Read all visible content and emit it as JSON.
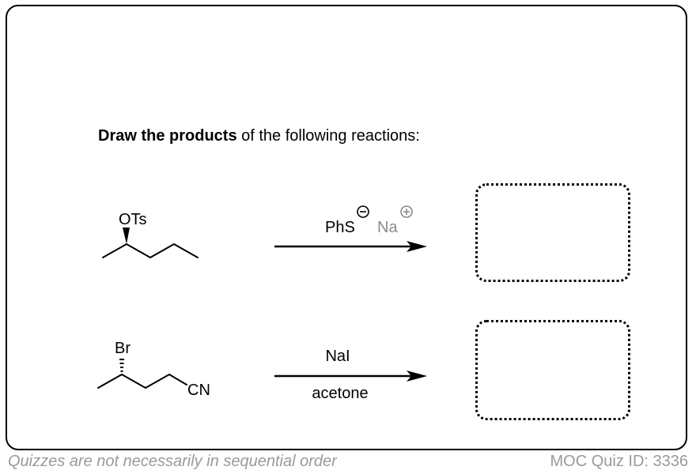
{
  "instruction": {
    "bold": "Draw the products",
    "rest": " of the following reactions:"
  },
  "reactions": [
    {
      "substrate_label": "OTs",
      "reagent_anion": "PhS",
      "anion_charge": "−",
      "reagent_cation": "Na",
      "cation_charge": "+"
    },
    {
      "substrate_label_top": "Br",
      "substrate_label_end": "CN",
      "reagent_top": "NaI",
      "solvent": "acetone"
    }
  ],
  "footer": {
    "left": "Quizzes are not necessarily in sequential order",
    "right": "MOC Quiz ID: 3336"
  },
  "colors": {
    "border": "#000000",
    "footer_text": "#9a9a9a",
    "cation_text": "#8a8a8a"
  }
}
